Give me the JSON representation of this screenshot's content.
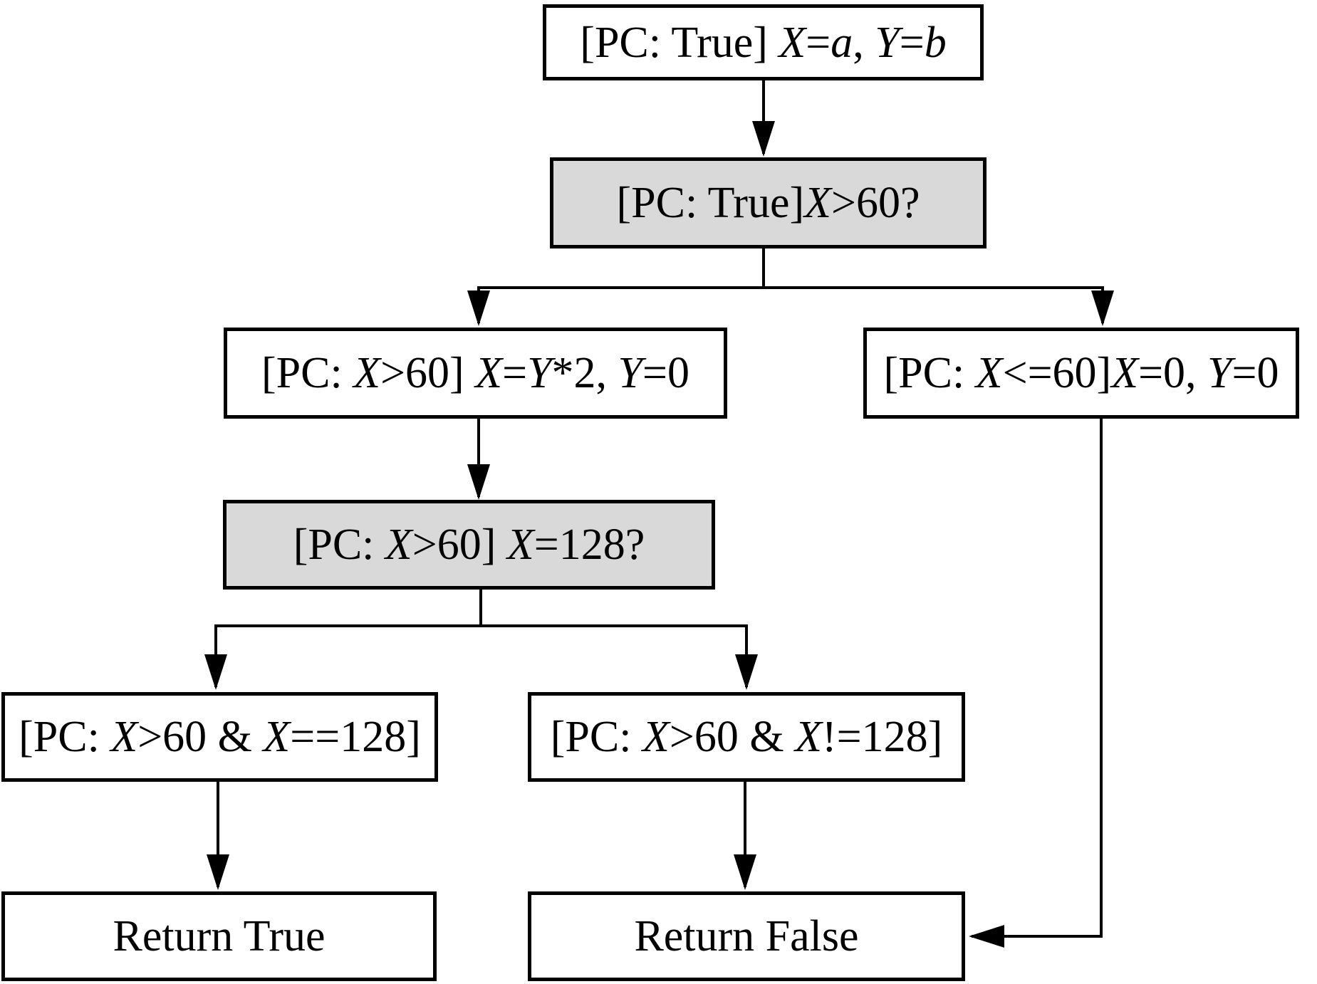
{
  "diagram": {
    "kind": "symbolic-execution-flowchart",
    "colors": {
      "background": "#ffffff",
      "stroke": "#000000",
      "process_fill": "#ffffff",
      "decision_fill": "#d9d9d9"
    },
    "nodes": {
      "init": {
        "type": "process",
        "text": "[PC: True] X=a, Y=b",
        "segments": [
          {
            "t": "[PC: True] "
          },
          {
            "t": "X",
            "i": true
          },
          {
            "t": "="
          },
          {
            "t": "a",
            "i": true
          },
          {
            "t": ", "
          },
          {
            "t": "Y",
            "i": true
          },
          {
            "t": "="
          },
          {
            "t": "b",
            "i": true
          }
        ]
      },
      "cond1": {
        "type": "decision",
        "text": "[PC: True]X>60?",
        "segments": [
          {
            "t": "[PC: True]"
          },
          {
            "t": "X",
            "i": true
          },
          {
            "t": ">60?"
          }
        ]
      },
      "branch_true": {
        "type": "process",
        "text": "[PC: X>60] X=Y*2, Y=0",
        "segments": [
          {
            "t": "[PC: "
          },
          {
            "t": "X",
            "i": true
          },
          {
            "t": ">60] "
          },
          {
            "t": "X",
            "i": true
          },
          {
            "t": "="
          },
          {
            "t": "Y",
            "i": true
          },
          {
            "t": "*2, "
          },
          {
            "t": "Y",
            "i": true
          },
          {
            "t": "=0"
          }
        ]
      },
      "branch_false": {
        "type": "process",
        "text": "[PC: X<=60]X=0, Y=0",
        "segments": [
          {
            "t": "[PC: "
          },
          {
            "t": "X",
            "i": true
          },
          {
            "t": "<=60]"
          },
          {
            "t": "X",
            "i": true
          },
          {
            "t": "=0, "
          },
          {
            "t": "Y",
            "i": true
          },
          {
            "t": "=0"
          }
        ]
      },
      "cond2": {
        "type": "decision",
        "text": "[PC: X>60] X=128?",
        "segments": [
          {
            "t": "[PC: "
          },
          {
            "t": "X",
            "i": true
          },
          {
            "t": ">60] "
          },
          {
            "t": "X",
            "i": true
          },
          {
            "t": "=128?"
          }
        ]
      },
      "pc_eq": {
        "type": "process",
        "text": "[PC: X>60 & X==128]",
        "segments": [
          {
            "t": "[PC: "
          },
          {
            "t": "X",
            "i": true
          },
          {
            "t": ">60 & "
          },
          {
            "t": "X",
            "i": true
          },
          {
            "t": "==128]"
          }
        ]
      },
      "pc_neq": {
        "type": "process",
        "text": "[PC: X>60 & X!=128]",
        "segments": [
          {
            "t": "[PC: "
          },
          {
            "t": "X",
            "i": true
          },
          {
            "t": ">60 & "
          },
          {
            "t": "X",
            "i": true
          },
          {
            "t": "!=128]"
          }
        ]
      },
      "return_true": {
        "type": "process",
        "text": "Return True",
        "segments": [
          {
            "t": "Return True"
          }
        ]
      },
      "return_false": {
        "type": "process",
        "text": "Return False",
        "segments": [
          {
            "t": "Return False"
          }
        ]
      }
    },
    "edges": [
      {
        "from": "init",
        "to": "cond1"
      },
      {
        "from": "cond1",
        "to": "branch_true"
      },
      {
        "from": "cond1",
        "to": "branch_false"
      },
      {
        "from": "branch_true",
        "to": "cond2"
      },
      {
        "from": "cond2",
        "to": "pc_eq"
      },
      {
        "from": "cond2",
        "to": "pc_neq"
      },
      {
        "from": "pc_eq",
        "to": "return_true"
      },
      {
        "from": "pc_neq",
        "to": "return_false"
      },
      {
        "from": "branch_false",
        "to": "return_false"
      }
    ]
  }
}
